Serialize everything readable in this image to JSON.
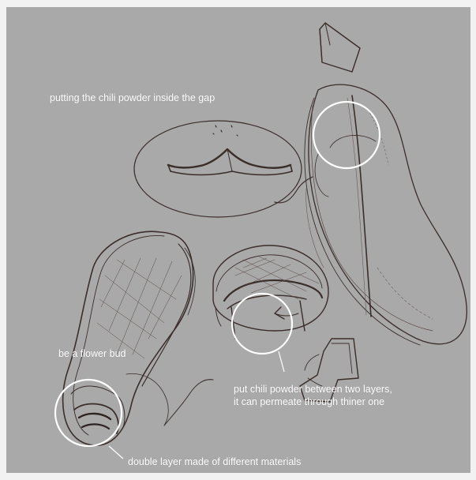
{
  "annotations": {
    "gap_note": "putting the chili powder inside the gap",
    "flower_note": "be a flower bud",
    "layers_note_line1": "put chili powder between two layers,",
    "layers_note_line2": "it can permeate through thiner one",
    "double_layer_note": "double layer made of different materials"
  },
  "colors": {
    "background": "#a9a9a9",
    "ink": "#3a2e2b",
    "highlight_circle": "#ffffff",
    "annotation_text": "#ffffff"
  }
}
